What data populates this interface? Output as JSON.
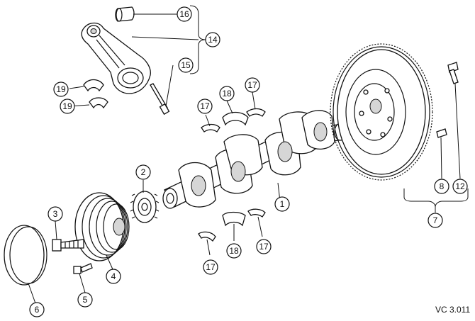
{
  "callouts": [
    {
      "id": "c1",
      "label": "1"
    },
    {
      "id": "c2",
      "label": "2"
    },
    {
      "id": "c3",
      "label": "3"
    },
    {
      "id": "c4",
      "label": "4"
    },
    {
      "id": "c5",
      "label": "5"
    },
    {
      "id": "c6",
      "label": "6"
    },
    {
      "id": "c7",
      "label": "7"
    },
    {
      "id": "c8",
      "label": "8"
    },
    {
      "id": "c12",
      "label": "12"
    },
    {
      "id": "c14",
      "label": "14"
    },
    {
      "id": "c15",
      "label": "15"
    },
    {
      "id": "c16",
      "label": "16"
    },
    {
      "id": "c17a",
      "label": "17"
    },
    {
      "id": "c17b",
      "label": "17"
    },
    {
      "id": "c17c",
      "label": "17"
    },
    {
      "id": "c17d",
      "label": "17"
    },
    {
      "id": "c18a",
      "label": "18"
    },
    {
      "id": "c18b",
      "label": "18"
    },
    {
      "id": "c19a",
      "label": "19"
    },
    {
      "id": "c19b",
      "label": "19"
    }
  ],
  "reference_code": "VC 3.011"
}
